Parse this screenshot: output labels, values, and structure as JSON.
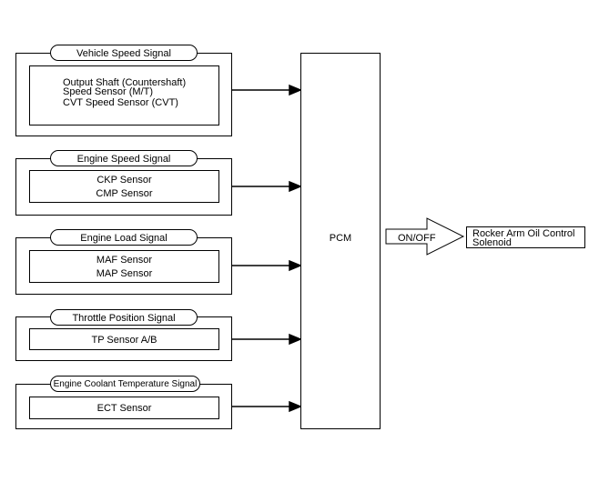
{
  "groups": [
    {
      "label": "Vehicle Speed Signal",
      "lines": [
        "Output Shaft (Countershaft)",
        "Speed Sensor (M/T)",
        "",
        "CVT Speed Sensor (CVT)"
      ]
    },
    {
      "label": "Engine Speed Signal",
      "lines": [
        "CKP Sensor",
        "CMP Sensor"
      ]
    },
    {
      "label": "Engine Load Signal",
      "lines": [
        "MAF Sensor",
        "MAP Sensor"
      ]
    },
    {
      "label": "Throttle Position Signal",
      "lines": [
        "TP Sensor A/B"
      ]
    },
    {
      "label": "Engine Coolant Temperature Signal",
      "lines": [
        "ECT Sensor"
      ]
    }
  ],
  "pcm": {
    "label": "PCM"
  },
  "output": {
    "signal": "ON/OFF",
    "target_line1": "Rocker Arm Oil Control",
    "target_line2": "Solenoid"
  }
}
